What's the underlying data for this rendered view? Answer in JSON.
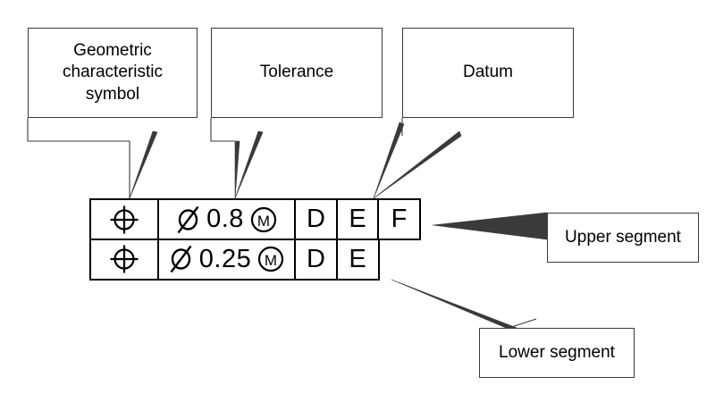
{
  "diagram": {
    "title": "GD&T composite position feature control frame with annotations",
    "line_color": "#000000",
    "leader_color": "#3a3a3a",
    "background": "#ffffff"
  },
  "callouts": [
    {
      "id": "geometric-characteristic-symbol",
      "label": "Geometric\ncharacteristic\nsymbol",
      "font_size": 19
    },
    {
      "id": "tolerance",
      "label": "Tolerance",
      "font_size": 19
    },
    {
      "id": "datum",
      "label": "Datum",
      "font_size": 19
    },
    {
      "id": "upper-segment",
      "label": "Upper segment",
      "font_size": 19
    },
    {
      "id": "lower-segment",
      "label": "Lower segment",
      "font_size": 19
    }
  ],
  "feature_control_frame": {
    "rows": [
      {
        "id": "upper-segment-row",
        "symbol": "position-symbol",
        "diameter_symbol": "diameter-icon",
        "tolerance_value": "0.8",
        "material_modifier": "M",
        "material_modifier_name": "mmc-circle-m-icon",
        "datums": [
          "D",
          "E",
          "F"
        ]
      },
      {
        "id": "lower-segment-row",
        "symbol": "position-symbol",
        "diameter_symbol": "diameter-icon",
        "tolerance_value": "0.25",
        "material_modifier": "M",
        "material_modifier_name": "mmc-circle-m-icon",
        "datums": [
          "D",
          "E"
        ]
      }
    ]
  }
}
